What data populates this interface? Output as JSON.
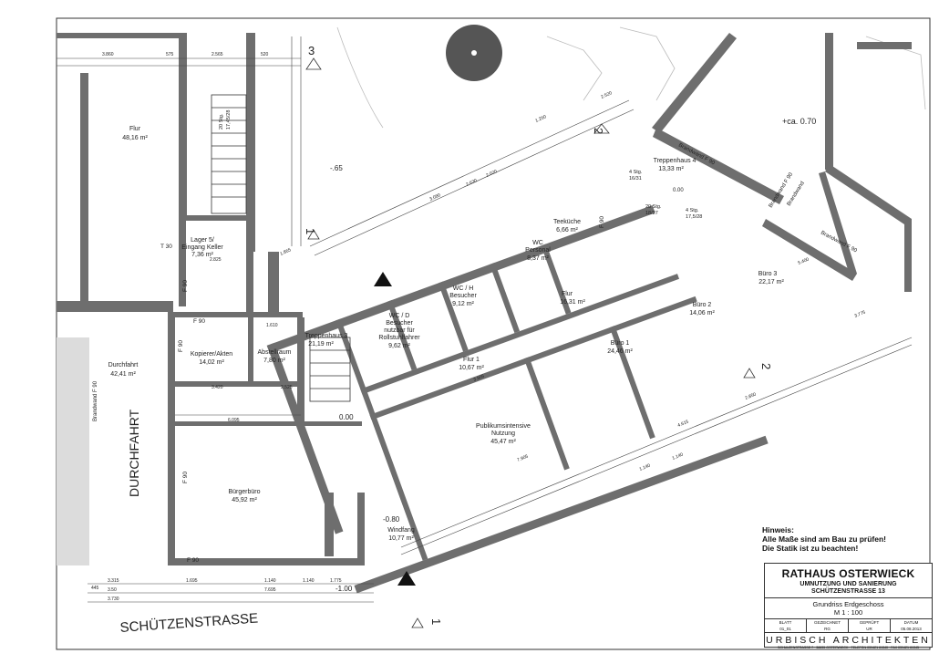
{
  "rooms": {
    "flur_1": {
      "name": "Flur",
      "area": "48,16 m²"
    },
    "lager": {
      "name": "Lager 5/",
      "sub": "Eingang Keller",
      "area": "7,36 m²"
    },
    "durchfahrt": {
      "name": "Durchfahrt",
      "area": "42,41 m²"
    },
    "kopierer": {
      "name": "Kopierer/Akten",
      "area": "14,02 m²"
    },
    "abstellraum": {
      "name": "Abstellraum",
      "area": "7,80 m²"
    },
    "treppenhaus3": {
      "name": "Treppenhaus 3",
      "area": "21,19 m²"
    },
    "buergerbuero": {
      "name": "Bürgerbüro",
      "area": "45,92 m²"
    },
    "wc_d": {
      "name": "WC / D",
      "l2": "Besucher",
      "l3": "nutzbar für",
      "l4": "Rollstuhlfahrer",
      "area": "9,62 m²"
    },
    "wc_h": {
      "name": "WC / H",
      "l2": "Besucher",
      "area": "9,12 m²"
    },
    "wc_personal": {
      "name": "WC",
      "l2": "Personal",
      "area": "8,37 m²"
    },
    "teekueche": {
      "name": "Teeküche",
      "area": "6,66 m²"
    },
    "treppenhaus4": {
      "name": "Treppenhaus 4",
      "area": "13,33 m²"
    },
    "flur_big": {
      "name": "Flur",
      "area": "16,31 m²"
    },
    "flur_small": {
      "name": "Flur 1",
      "area": "10,67 m²"
    },
    "buero1": {
      "name": "Büro 1",
      "area": "24,46 m²"
    },
    "buero2": {
      "name": "Büro 2",
      "area": "14,06 m²"
    },
    "buero3": {
      "name": "Büro 3",
      "area": "22,17 m²"
    },
    "publikum": {
      "name": "Publikumsintensive",
      "l2": "Nutzung",
      "area": "45,47 m²"
    },
    "windfang": {
      "name": "Windfang",
      "area": "10,77 m²"
    }
  },
  "street_names": {
    "left": "DURCHFAHRT",
    "bottom": "SCHÜTZENSTRASSE"
  },
  "levels": {
    "l1": "-.65",
    "l2": "+ca. 0.70",
    "l3": "0.00",
    "l4": "-0.80",
    "l5": "-1.00",
    "l6": "0.00"
  },
  "stairs": {
    "s1": "20 Stg.",
    "s1b": "17,45/28",
    "s2": "4 Stg.",
    "s2b": "16/31",
    "s3": "20 Stg.",
    "s3b": "18/27",
    "s4": "4 Stg.",
    "s4b": "17,5/28"
  },
  "doors": {
    "t30": "T 30",
    "f90a": "F 90",
    "f90b": "F 90",
    "f90c": "F 90",
    "f90d": "F 90",
    "f90e": "F 90",
    "f90f": "F 90"
  },
  "walls": {
    "bw1": "Brandwand F 90",
    "bw2": "Brandwand F 90",
    "bw3": "Brandwand F 90",
    "bw4": "Brandwand F 90",
    "bw5": "Brandwand"
  },
  "sections": {
    "s3": "3",
    "s2a": "2",
    "s1a": "1",
    "s2b": "2",
    "s1b": "1"
  },
  "dimensions": {
    "top_a": "3.860",
    "top_b": "575",
    "top_c": "2.565",
    "top_d": "520",
    "diag_a": "3.080",
    "diag_b": "2.630",
    "diag_c": "2.020",
    "diag_d": "1.260",
    "diag_e": "2.520",
    "diag_f": "1.865",
    "low_a": "2.825",
    "low_b": "1.140",
    "low_c": "1.140",
    "low_d": "3.775",
    "low_e": "2.850",
    "low_f": "4.615",
    "bot_a": "1.695",
    "bot_b": "1.140",
    "bot_c": "1.140",
    "bot_d": "1.775",
    "bot_e": "7.695",
    "bot_f": "3.315",
    "bot_g": "3.50",
    "bot_h": "3.730",
    "bot_i": "445",
    "inner_a": "6.095",
    "inner_b": "3.420",
    "inner_c": "2.525",
    "inner_d": "1.610",
    "inner_e": "3.905",
    "inner_f": "5.400",
    "inner_g": "7.905"
  },
  "notes": {
    "heading": "Hinweis:",
    "line1": "Alle Maße sind am Bau zu prüfen!",
    "line2": "Die Statik ist zu beachten!"
  },
  "title_block": {
    "project": "RATHAUS OSTERWIECK",
    "subtitle": "UMNUTZUNG UND SANIERUNG",
    "address": "SCHÜTZENSTRASSE 13",
    "drawing": "Grundriss Erdgeschoss",
    "scale": "M 1 : 100",
    "col1": "BLATT",
    "col2": "GEZEICHNET",
    "col3": "GEPRÜFT",
    "col4": "DATUM",
    "val1": "01_01",
    "val2": "RG",
    "val3": "UR",
    "val4": "05.08.2013",
    "firm": "URBISCH ARCHITEKTEN",
    "firm_address": "SCHULZENSTRASSE 7 · 38835 OSTERWIECK · TELEFON 039421 61340 · FAX 039421 61345"
  }
}
